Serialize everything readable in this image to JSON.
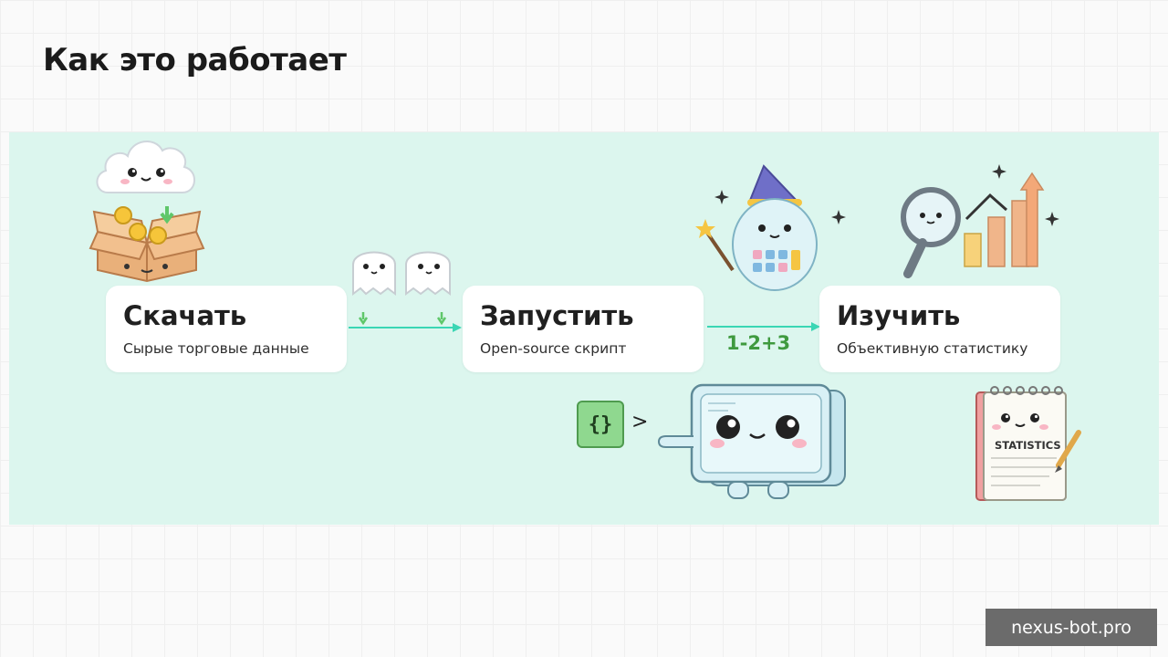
{
  "slide": {
    "title": "Как это работает"
  },
  "steps": [
    {
      "title": "Скачать",
      "subtitle": "Сырые торговые данные"
    },
    {
      "title": "Запустить",
      "subtitle": "Open-source скрипт"
    },
    {
      "title": "Изучить",
      "subtitle": "Объективную статистику"
    }
  ],
  "decorations": {
    "sequence_label": "1-2+3",
    "notepad_label": "STATISTICS",
    "code_icon_label": "{}",
    "prompt_symbol": ">"
  },
  "watermark": {
    "text": "nexus-bot.pro"
  },
  "colors": {
    "band": "#dcf6ee",
    "arrow": "#3bd6b4",
    "accent_green": "#7ed67e",
    "card": "#ffffff"
  },
  "icons": [
    "cloud-mascot-icon",
    "coin-box-icon",
    "ghost-pair-icon",
    "wizard-calculator-icon",
    "magnifier-icon",
    "bar-chart-arrow-icon",
    "code-braces-icon",
    "monitor-mascot-icon",
    "notepad-mascot-icon"
  ]
}
